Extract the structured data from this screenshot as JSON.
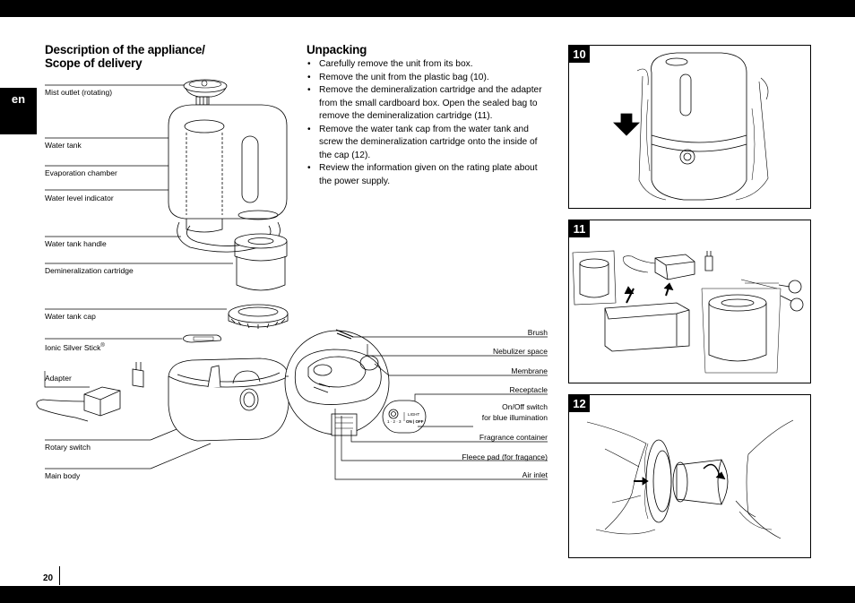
{
  "language_tab": "en",
  "page_number": "20",
  "left_section": {
    "heading_line1": "Description of the appliance/",
    "heading_line2": "Scope of delivery",
    "labels": {
      "mist_outlet": "Mist outlet (rotating)",
      "water_tank": "Water tank",
      "evaporation_chamber": "Evaporation chamber",
      "water_level_indicator": "Water level indicator",
      "water_tank_handle": "Water tank handle",
      "demineralization_cartridge": "Demineralization cartridge",
      "water_tank_cap": "Water tank cap",
      "ionic_silver_stick": "Ionic Silver Stick",
      "ionic_silver_stick_mark": "®",
      "adapter": "Adapter",
      "rotary_switch": "Rotary switch",
      "main_body": "Main body"
    }
  },
  "right_labels": {
    "brush": "Brush",
    "nebulizer_space": "Nebulizer space",
    "membrane": "Membrane",
    "receptacle": "Receptacle",
    "onoff_line1": "On/Off switch",
    "onoff_line2": "for blue illumination",
    "fragrance_container": "Fragrance container",
    "fleece_pad": "Fleece pad (for fragance)",
    "air_inlet": "Air inlet"
  },
  "switch_text": {
    "scale": "1 · 2 · 3",
    "light": "LIGHT",
    "onoff": "ON | OFF"
  },
  "unpacking": {
    "heading": "Unpacking",
    "steps": [
      "Carefully remove the unit from its box.",
      "Remove the unit from the plastic bag (10).",
      "Remove the demineralization cartridge and the adapter from the small cardboard box. Open the sealed bag to remove the demineralization cartridge (11).",
      "Remove the water tank cap from the water tank and screw the demineralization cartridge onto the inside of the cap (12).",
      "Review the information given on the rating plate about the power supply."
    ]
  },
  "figures": [
    {
      "number": "10"
    },
    {
      "number": "11"
    },
    {
      "number": "12"
    }
  ]
}
